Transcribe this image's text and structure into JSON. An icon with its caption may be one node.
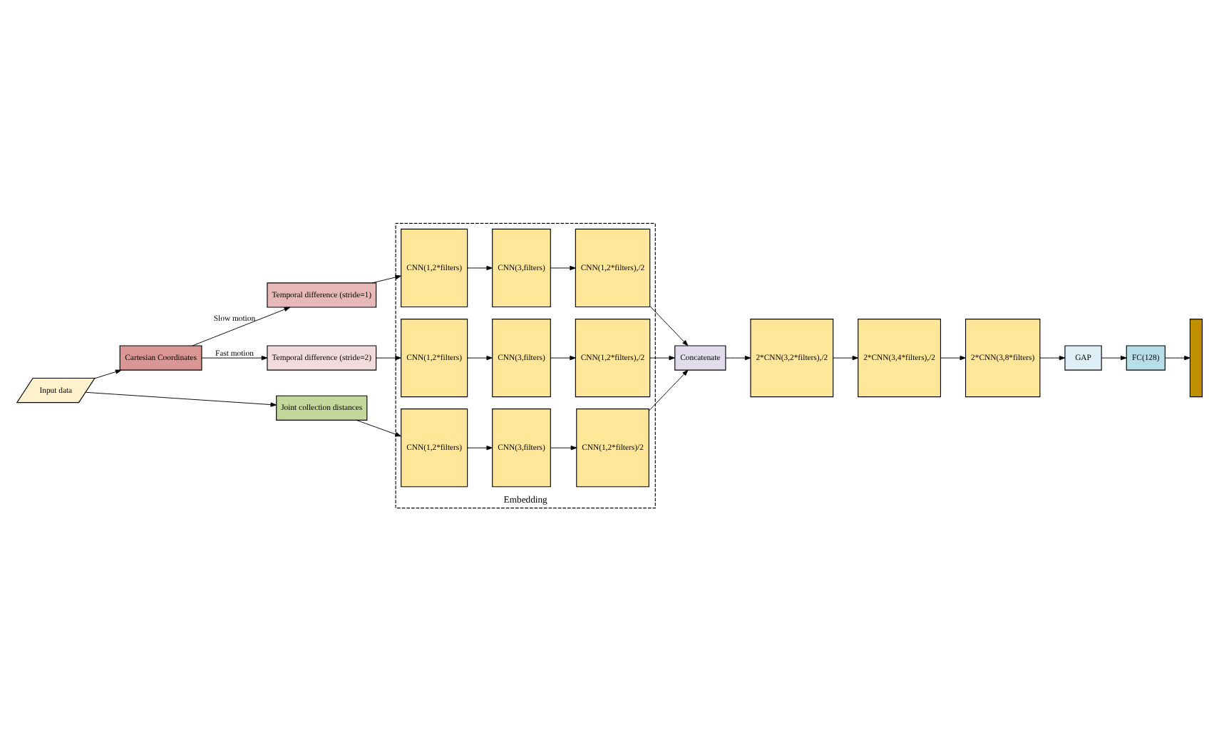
{
  "diagram": {
    "nodes": [
      {
        "text": [
          "Input data"
        ]
      },
      {
        "text": [
          "Cartesian Coordinates"
        ]
      },
      {
        "text": [
          "Temporal difference (stride=1)"
        ]
      },
      {
        "text": [
          "Temporal difference (stride=2)"
        ]
      },
      {
        "text": [
          "Joint collection distances"
        ]
      },
      {
        "text": [
          "Embedding"
        ]
      },
      {
        "text": [
          "CNN(1,2*filters)"
        ],
        "in": 5
      },
      {
        "text": [
          "CNN(3,filters)"
        ],
        "in": 5
      },
      {
        "text": [
          "CNN(1,2*filters),/2"
        ],
        "in": 5
      },
      {
        "text": [
          "CNN(1,2*filters)"
        ],
        "in": 5
      },
      {
        "text": [
          "CNN(3,filters)"
        ],
        "in": 5
      },
      {
        "text": [
          "CNN(1,2*filters),/2"
        ],
        "in": 5
      },
      {
        "text": [
          "CNN(1,2*filters)"
        ],
        "in": 5
      },
      {
        "text": [
          "CNN(3,filters)"
        ],
        "in": 5
      },
      {
        "text": [
          "CNN(1,2*filters)/2"
        ],
        "in": 5
      },
      {
        "text": [
          "Concatenate"
        ]
      },
      {
        "text": [
          "2*CNN(3,2*filters),/2"
        ]
      },
      {
        "text": [
          "2*CNN(3,4*filters),/2"
        ]
      },
      {
        "text": [
          "2*CNN(3,8*filters)"
        ]
      },
      {
        "text": [
          "GAP"
        ]
      },
      {
        "text": [
          "FC(128)"
        ]
      },
      {
        "text": [],
        "shape": "bar"
      }
    ],
    "edges": [
      {
        "from": 0,
        "to": 1,
        "arrow": "to"
      },
      {
        "from": 0,
        "to": 4,
        "arrow": "to"
      },
      {
        "from": 1,
        "to": 2,
        "arrow": "to",
        "label": "Slow motion"
      },
      {
        "from": 1,
        "to": 3,
        "arrow": "to",
        "label": "Fast motion"
      },
      {
        "from": 2,
        "to": 6,
        "arrow": "to"
      },
      {
        "from": 6,
        "to": 7,
        "arrow": "to"
      },
      {
        "from": 7,
        "to": 8,
        "arrow": "to"
      },
      {
        "from": 3,
        "to": 9,
        "arrow": "to"
      },
      {
        "from": 9,
        "to": 10,
        "arrow": "to"
      },
      {
        "from": 10,
        "to": 11,
        "arrow": "to"
      },
      {
        "from": 4,
        "to": 12,
        "arrow": "to"
      },
      {
        "from": 12,
        "to": 13,
        "arrow": "to"
      },
      {
        "from": 13,
        "to": 14,
        "arrow": "to"
      },
      {
        "from": 8,
        "to": 15,
        "arrow": "to"
      },
      {
        "from": 11,
        "to": 15,
        "arrow": "to"
      },
      {
        "from": 14,
        "to": 15,
        "arrow": "to"
      },
      {
        "from": 15,
        "to": 16,
        "arrow": "to"
      },
      {
        "from": 16,
        "to": 17,
        "arrow": "to"
      },
      {
        "from": 17,
        "to": 18,
        "arrow": "to"
      },
      {
        "from": 18,
        "to": 19,
        "arrow": "to"
      },
      {
        "from": 19,
        "to": 20,
        "arrow": "to"
      },
      {
        "from": 20,
        "to": 21,
        "arrow": "to"
      }
    ]
  }
}
